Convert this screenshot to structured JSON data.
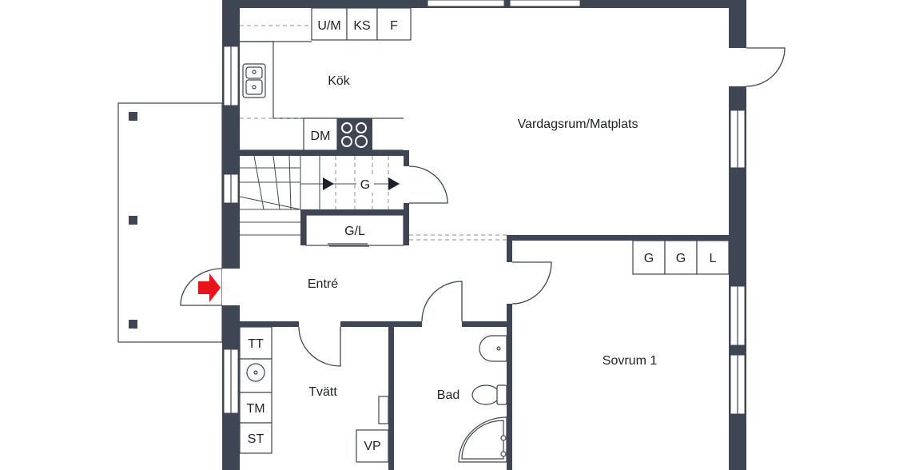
{
  "rooms": {
    "kok": "Kök",
    "vardagsrum": "Vardagsrum/Matplats",
    "entre": "Entré",
    "tvatt": "Tvätt",
    "bad": "Bad",
    "sovrum": "Sovrum 1"
  },
  "fixtures": {
    "um": "U/M",
    "ks": "KS",
    "f": "F",
    "dm": "DM",
    "g_stair": "G",
    "gl": "G/L",
    "g1": "G",
    "g2": "G",
    "l": "L",
    "tt": "TT",
    "tm": "TM",
    "st": "ST",
    "vp": "VP"
  },
  "colors": {
    "wall": "#3e4653",
    "entrance_arrow": "#e8141b"
  }
}
